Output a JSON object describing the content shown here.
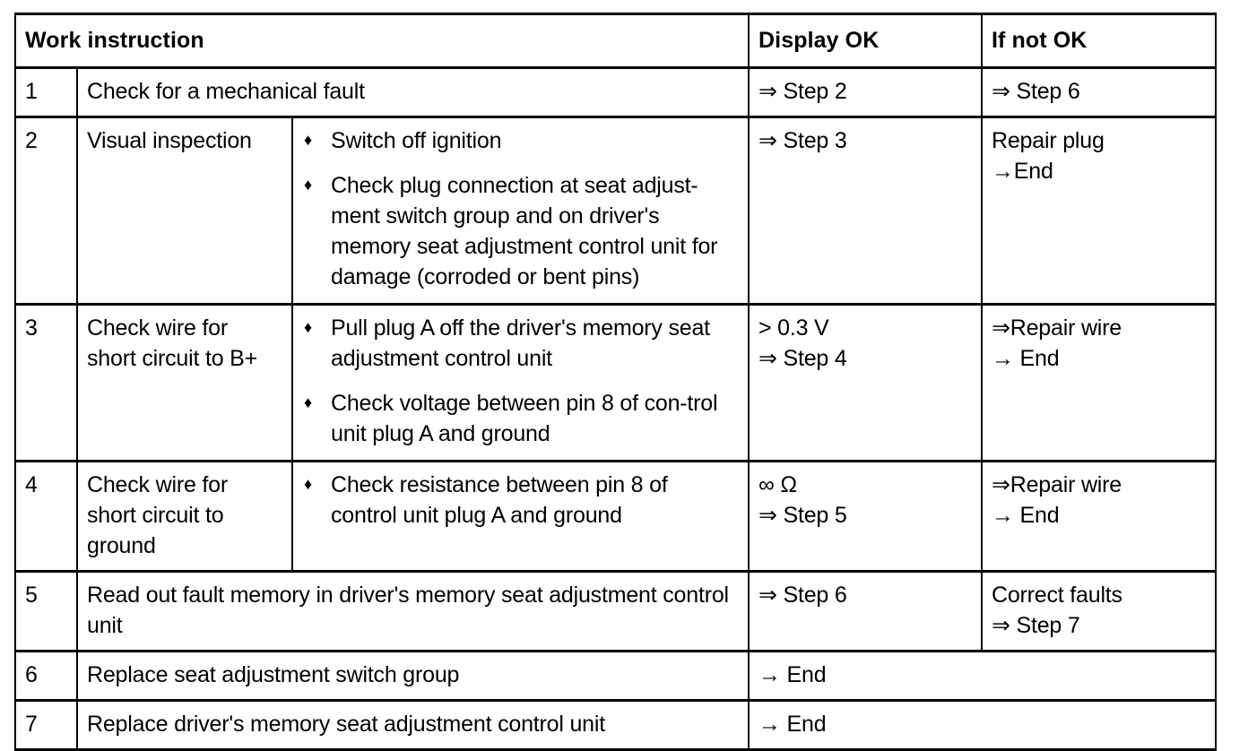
{
  "table": {
    "columns": [
      {
        "key": "step",
        "header": ""
      },
      {
        "key": "task",
        "header": "Work instruction"
      },
      {
        "key": "detail",
        "header": ""
      },
      {
        "key": "display_ok",
        "header": "Display OK"
      },
      {
        "key": "if_not_ok",
        "header": "If not OK"
      }
    ],
    "bullet_glyph": "♦",
    "rows": [
      {
        "step": "1",
        "task": "Check for a mechanical fault",
        "detail": null,
        "bullets": [],
        "display_ok": "⇒ Step 2",
        "if_not_ok": "⇒ Step 6",
        "merge_task_detail": true,
        "merge_ok_notok": false
      },
      {
        "step": "2",
        "task": "Visual inspection",
        "detail": null,
        "bullets": [
          "Switch off ignition",
          "Check plug connection at seat adjust-ment switch group and on driver's memory seat adjustment control unit for damage (corroded or bent pins)"
        ],
        "display_ok": "⇒ Step 3",
        "if_not_ok": "Repair plug\n→End",
        "merge_task_detail": false,
        "merge_ok_notok": false
      },
      {
        "step": "3",
        "task": "Check wire for short circuit to B+",
        "detail": null,
        "bullets": [
          "Pull plug A off the driver's memory seat adjustment control unit",
          "Check voltage between pin 8 of con-trol unit plug A and ground"
        ],
        "display_ok": "> 0.3 V\n⇒ Step 4",
        "if_not_ok": "⇒Repair wire\n→ End",
        "merge_task_detail": false,
        "merge_ok_notok": false
      },
      {
        "step": "4",
        "task": "Check wire for short circuit to ground",
        "detail": null,
        "bullets": [
          "Check resistance between pin 8 of control unit plug A and ground"
        ],
        "display_ok": "∞ Ω\n⇒ Step 5",
        "if_not_ok": "⇒Repair wire\n→ End",
        "merge_task_detail": false,
        "merge_ok_notok": false
      },
      {
        "step": "5",
        "task": "Read out fault memory in driver's memory seat adjustment control unit",
        "detail": null,
        "bullets": [],
        "display_ok": "⇒ Step 6",
        "if_not_ok": "Correct faults\n⇒ Step 7",
        "merge_task_detail": true,
        "merge_ok_notok": false
      },
      {
        "step": "6",
        "task": "Replace seat adjustment switch group",
        "detail": null,
        "bullets": [],
        "display_ok": "→ End",
        "if_not_ok": "",
        "merge_task_detail": true,
        "merge_ok_notok": true
      },
      {
        "step": "7",
        "task": "Replace driver's memory seat adjustment control unit",
        "detail": null,
        "bullets": [],
        "display_ok": "→ End",
        "if_not_ok": "",
        "merge_task_detail": true,
        "merge_ok_notok": true
      }
    ]
  },
  "colors": {
    "border": "#000000",
    "text": "#000000",
    "background": "#ffffff"
  }
}
